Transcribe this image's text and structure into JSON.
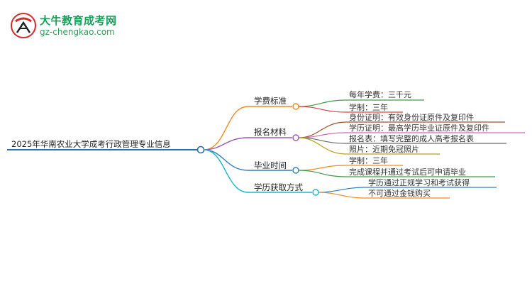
{
  "site": {
    "title": "大牛教育成考网",
    "url": "gz-chengkao.com",
    "colors": {
      "brand": "#1aa05a",
      "logo_red": "#d22b2b"
    }
  },
  "root": {
    "label": "2025年华南农业大学成考行政管理专业信息",
    "color": "#2a6db0"
  },
  "branches": [
    {
      "label": "学费标准",
      "color": "#f08a24",
      "children": [
        {
          "label": "每年学费：三千元",
          "color": "#3f9d46"
        },
        {
          "label": "学制：三年",
          "color": "#d64545"
        }
      ]
    },
    {
      "label": "报名材料",
      "color": "#9b59b6",
      "children": [
        {
          "label": "身份证明：有效身份证原件及复印件",
          "color": "#a0522d"
        },
        {
          "label": "学历证明：最高学历毕业证原件及复印件",
          "color": "#d16bb8"
        },
        {
          "label": "报名表：填写完整的成人高考报名表",
          "color": "#6b6b6b"
        },
        {
          "label": "照片：近期免冠照片",
          "color": "#b8a01c"
        }
      ]
    },
    {
      "label": "毕业时间",
      "color": "#2d7fc1",
      "children": [
        {
          "label": "学制：三年",
          "color": "#f08a24"
        },
        {
          "label": "完成课程并通过考试后可申请毕业",
          "color": "#3f9d46"
        }
      ]
    },
    {
      "label": "学历获取方式",
      "color": "#1fb5c9",
      "children": [
        {
          "label": "学历通过正规学习和考试获得",
          "color": "#2d7fc1"
        },
        {
          "label": "不可通过金钱购买",
          "color": "#f08a24"
        }
      ]
    }
  ]
}
